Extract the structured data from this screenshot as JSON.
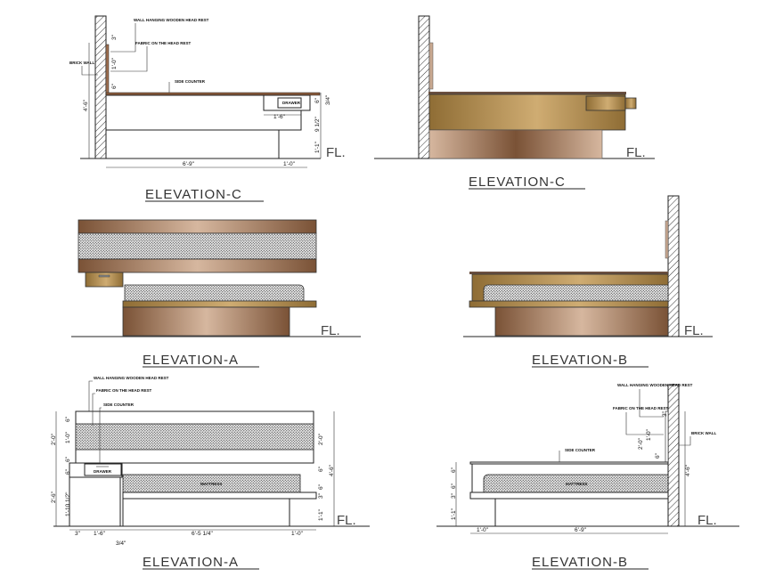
{
  "colors": {
    "wood_dark": "#7a5236",
    "wood_light": "#d6b79f",
    "gold_dark": "#8f6d35",
    "gold_light": "#cfac72",
    "line": "#222222"
  },
  "views": [
    {
      "title": "ELEVATION-C",
      "floor_label": "FL.",
      "style": "line"
    },
    {
      "title": "ELEVATION-C",
      "floor_label": "FL.",
      "style": "rendered"
    },
    {
      "title": "ELEVATION-A",
      "floor_label": "FL.",
      "style": "rendered"
    },
    {
      "title": "ELEVATION-B",
      "floor_label": "FL.",
      "style": "rendered"
    },
    {
      "title": "ELEVATION-A",
      "floor_label": "FL.",
      "style": "line"
    },
    {
      "title": "ELEVATION-B",
      "floor_label": "FL.",
      "style": "line"
    }
  ],
  "notes": {
    "wall_hanging": "WALL HANGING WOODEN HEAD REST",
    "fabric": "FABRIC ON THE HEAD REST",
    "side_counter": "SIDE COUNTER",
    "brick_wall": "BRICK WALL",
    "drawer": "DRAWER",
    "mattress": "MATTRESS"
  },
  "dims": {
    "c": {
      "overall_h": "4'-6\"",
      "length": "6'-9\"",
      "overhang": "1'-0\"",
      "drawer_w": "1'-6\"",
      "h1": "3/4\"",
      "h2": "6\"",
      "h3": "9 1/2\"",
      "h4": "1'-1\"",
      "hb1": "3\"",
      "hb2": "1'-0\"",
      "hb3": "6\""
    },
    "a": {
      "left_top": "2'-0\"",
      "l6a": "6\"",
      "l1": "1'-0\"",
      "l6b": "6\"",
      "l6c": "6\"",
      "left_low": "2'-6\"",
      "l110": "1'-10 1/2\"",
      "right_top": "2'-0\"",
      "overall": "4'-6\"",
      "r6": "6\"",
      "r6b": "6\"",
      "r3": "3\"",
      "r11": "1'-1\"",
      "b3": "3\"",
      "b16": "1'-6\"",
      "blen": "6'-5 1/4\"",
      "b10": "1'-0\"",
      "b34": "3/4\""
    },
    "b": {
      "h6a": "6\"",
      "h6b": "6\"",
      "h3": "3\"",
      "h11": "1'-1\"",
      "overhang": "1'-0\"",
      "length": "6'-9\"",
      "overall": "4'-6\"",
      "hb1": "3\"",
      "hb2": "2'-0\"",
      "hb3": "1'-0\"",
      "hb4": "6\""
    }
  }
}
